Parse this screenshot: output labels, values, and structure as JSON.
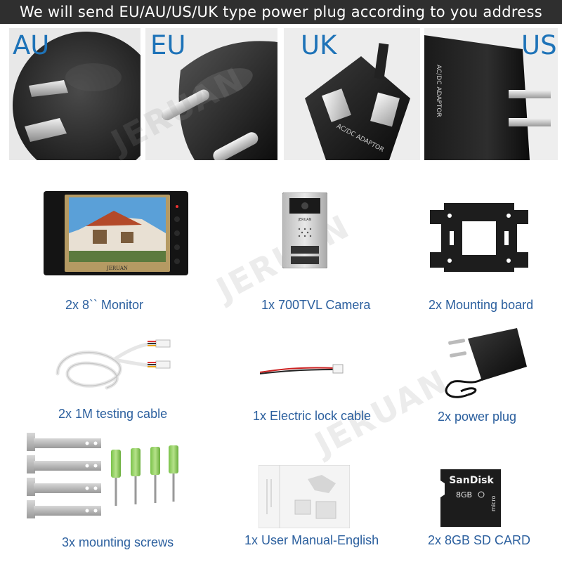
{
  "banner": "We will send EU/AU/US/UK type power plug according to you address",
  "plugs": [
    {
      "label": "AU"
    },
    {
      "label": "EU"
    },
    {
      "label": "UK"
    },
    {
      "label": "US"
    }
  ],
  "plug_text": {
    "uk_adapter": "AC/DC ADAPTOR",
    "us_adapter": "AC/DC ADAPTOR"
  },
  "brand": "JERUAN",
  "sd_brand": "SanDisk",
  "sd_capacity": "8GB",
  "sd_micro": "micro",
  "captions": {
    "monitor": "2x 8`` Monitor",
    "camera": "1x 700TVL Camera",
    "mounting_board": "2x Mounting board",
    "testing_cable": "2x 1M testing cable",
    "lock_cable": "1x Electric lock cable",
    "power_plug": "2x power plug",
    "screws": "3x mounting screws",
    "manual": "1x User Manual-English",
    "sd_card": "2x 8GB SD CARD"
  },
  "colors": {
    "banner_bg": "#2f2f2f",
    "plug_label": "#1e73b8",
    "caption": "#2b5f9e"
  }
}
